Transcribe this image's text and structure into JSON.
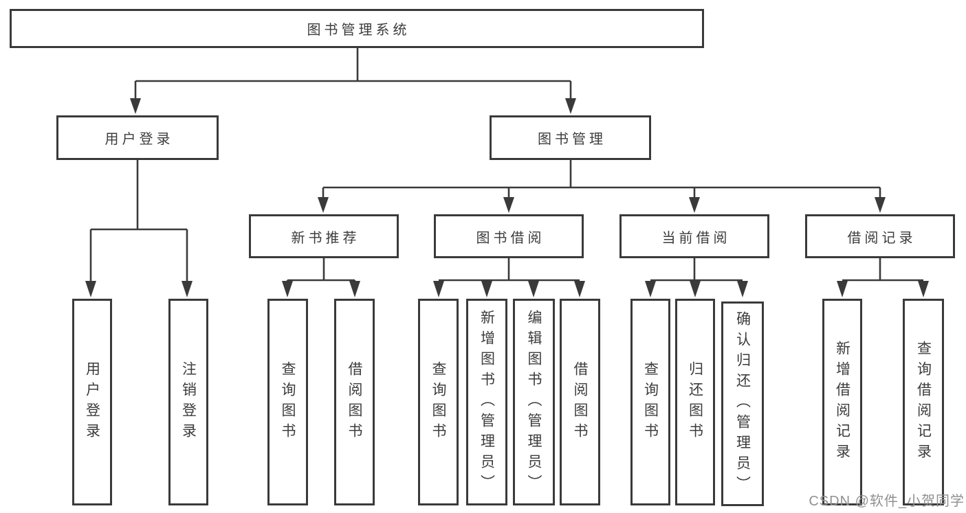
{
  "diagram": {
    "root": {
      "label": "图书管理系统"
    },
    "level2": [
      {
        "label": "用户登录"
      },
      {
        "label": "图书管理"
      }
    ],
    "level3": [
      {
        "label": "新书推荐"
      },
      {
        "label": "图书借阅"
      },
      {
        "label": "当前借阅"
      },
      {
        "label": "借阅记录"
      }
    ],
    "leaves": {
      "user_login": [
        "用户登录",
        "注销登录"
      ],
      "new_books": [
        "查询图书",
        "借阅图书"
      ],
      "book_borrow": [
        "查询图书",
        "新增图书（管理员）",
        "编辑图书（管理员）",
        "借阅图书"
      ],
      "current_borrow": [
        "查询图书",
        "归还图书",
        "确认归还（管理员）"
      ],
      "borrow_records": [
        "新增借阅记录",
        "查询借阅记录"
      ]
    },
    "watermark": "CSDN @软件_小贺同学",
    "colors": {
      "line": "#3a3a3a",
      "text": "#3c3c3c",
      "background": "#ffffff",
      "watermark": "#909090"
    }
  }
}
